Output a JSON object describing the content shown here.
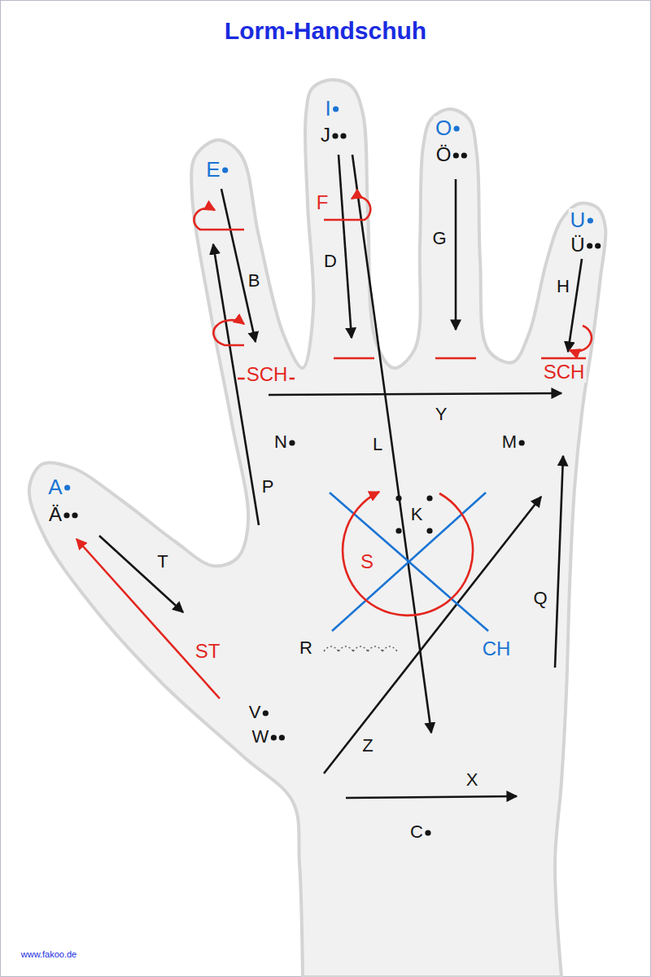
{
  "diagram": {
    "title": "Lorm-Handschuh",
    "labels": [
      "E",
      "I",
      "J",
      "O",
      "Ö",
      "U",
      "Ü",
      "F",
      "D",
      "G",
      "B",
      "H",
      "SCH",
      "SCH",
      "Y",
      "N",
      "L",
      "M",
      "A",
      "Ä",
      "P",
      "K",
      "S",
      "T",
      "Q",
      "R",
      "CH",
      "ST",
      "V",
      "W",
      "Z",
      "X",
      "C",
      "www.fakoo.de"
    ]
  }
}
